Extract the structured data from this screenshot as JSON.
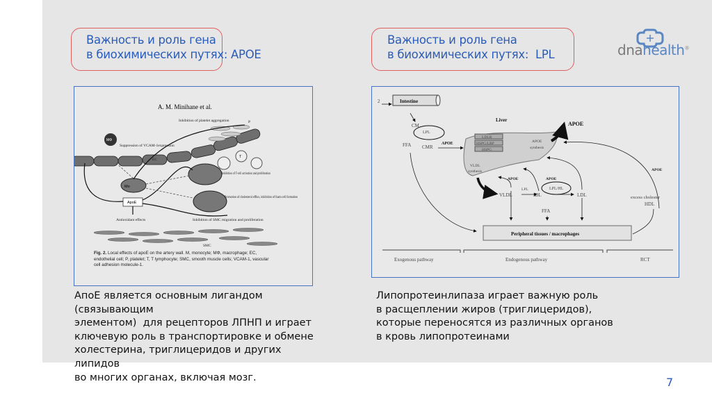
{
  "left_panel": {
    "title_line1": "Важность и роль гена",
    "title_line2": "в биохимических путях: APOE",
    "figure": {
      "author": "A. M. Minihane et al.",
      "labels": {
        "platelet": "Inhibition of platelet aggregation",
        "p": "P",
        "mphi": "MΦ",
        "vcam": "Suppression of VCAM-1expression",
        "ec": "EC",
        "t": "T",
        "tcell": "Inhibition of T-cell activation and proliferation",
        "mo": "Mo",
        "apoe": "ApoE",
        "efflux": "Promotion of cholesterol efflux, inhibition of foam cell formation",
        "smc_migration": "Inhibition of SMC migration and proliferation",
        "antioxidant": "Antioxidant effects",
        "smc": "SMC"
      },
      "caption_bold": "Fig. 2.",
      "caption": "Local effects of apoE on the artery wall. M, monocyte; MΦ, macrophage; EC, endothelial cell; P, platelet; T, T lymphocyte; SMC, smooth muscle cells; VCAM-1, vascular cell adhesion molecule-1."
    },
    "body_lines": [
      "АпоЕ является основным лигандом",
      "(связывающим",
      "элементом)  для рецепторов ЛПНП и играет",
      "ключевую роль в транспортировке и обмене",
      "холестерина, триглицеридов и других",
      "липидов",
      "во многих органах, включая мозг."
    ]
  },
  "right_panel": {
    "title_line1": "Важность и роль гена",
    "title_line2": "в биохимических путях:  LPL",
    "figure": {
      "intestine": "Intestine",
      "num": "2",
      "cm": "CM",
      "lpl": "LPL",
      "ffa": "FFA",
      "cmr": "CMR",
      "apoe": "APOE",
      "liver": "Liver",
      "ldlr": "LDLR",
      "hspg_lrp": "HSPG/LRP",
      "hspg": "HSPG",
      "apoe_synthesis_1": "APOE",
      "apoe_synthesis_2": "synthesis",
      "vldl_synthesis_1": "VLDL",
      "vldl_synthesis_2": "synthesis",
      "apoe_big": "APOE",
      "vldl": "VLDL",
      "idl": "IDL",
      "ldl": "LDL",
      "lpl_hl": "LPL/HL",
      "excess1": "excess cholester",
      "hdl": "HDL",
      "peripheral": "Peripheral tissues / macrophages",
      "exogenous": "Exogenous pathway",
      "endogenous": "Endogenous pathway",
      "rct": "RCT"
    },
    "body_lines": [
      "Липопротеинлипаза играет важную роль",
      "в расщеплении жиров (триглицеридов),",
      "которые переносятся из различных органов",
      "в кровь липопротеинами"
    ]
  },
  "logo": {
    "part1": "dna",
    "part2": "health",
    "mark": "®"
  },
  "page_number": "7",
  "colors": {
    "title": "#2a5cb8",
    "title_border": "#e06060",
    "figure_border": "#4a72c4",
    "background": "#e6e6e6",
    "logo_dark": "#7a7a7a",
    "logo_blue": "#5b86c4"
  }
}
